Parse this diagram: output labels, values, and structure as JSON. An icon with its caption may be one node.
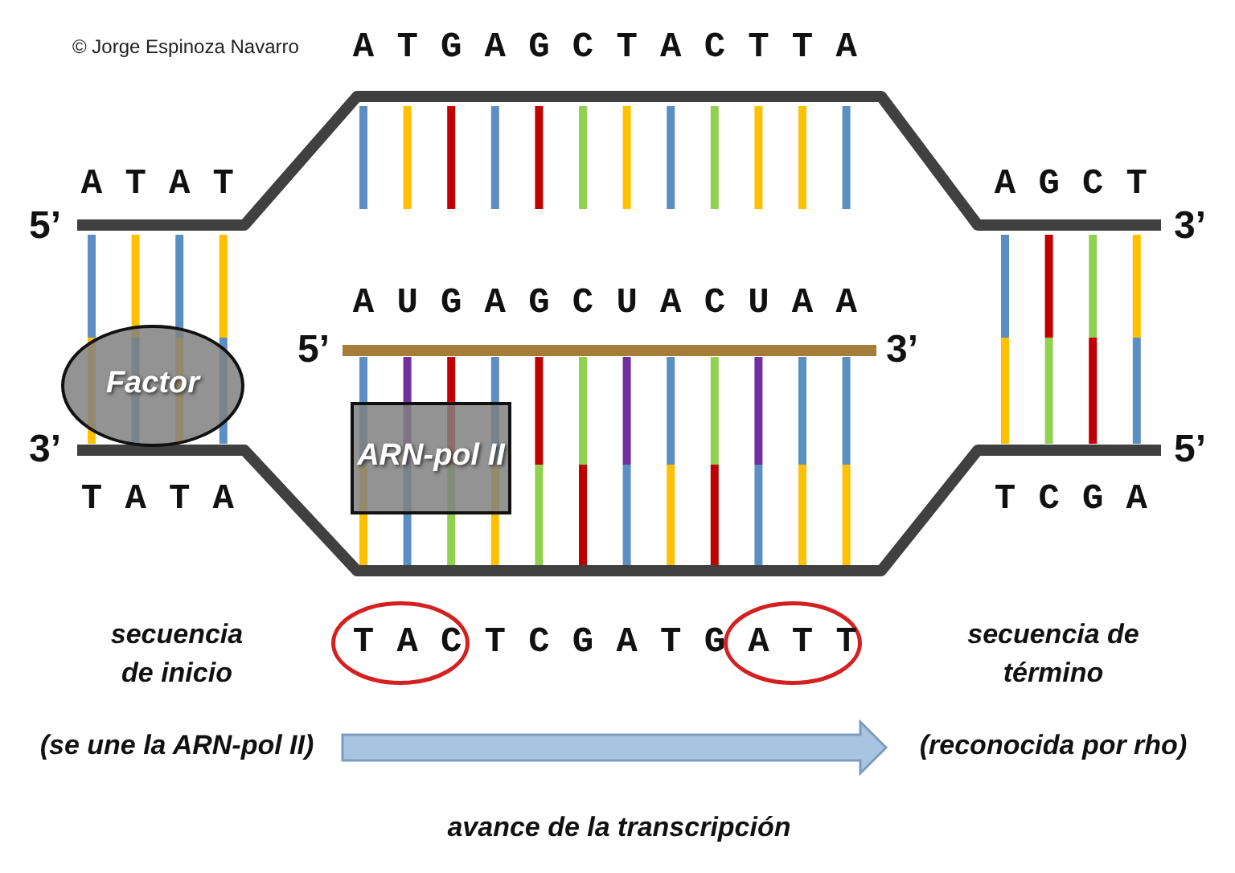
{
  "diagram": {
    "nodes": [
      {
        "text": [
          "Factor"
        ]
      },
      {
        "text": [
          "ARN-pol II"
        ]
      },
      {
        "text": [
          "T A C"
        ]
      },
      {
        "text": [
          "A T T"
        ]
      }
    ],
    "labels": [
      "© Jorge Espinoza Navarro",
      "A T G A G C T A C T T A",
      "A T A T",
      "5’",
      "A G C T",
      "3’",
      "A U G A G C U A C U A A",
      "5’",
      "3’",
      "3’",
      "5’",
      "T A T A",
      "T C G A",
      "T C G A T G",
      "secuencia de inicio",
      "secuencia de término",
      "(se une la ARN-pol II)",
      "(reconocida por rho)",
      "avance de la transcripción"
    ]
  }
}
